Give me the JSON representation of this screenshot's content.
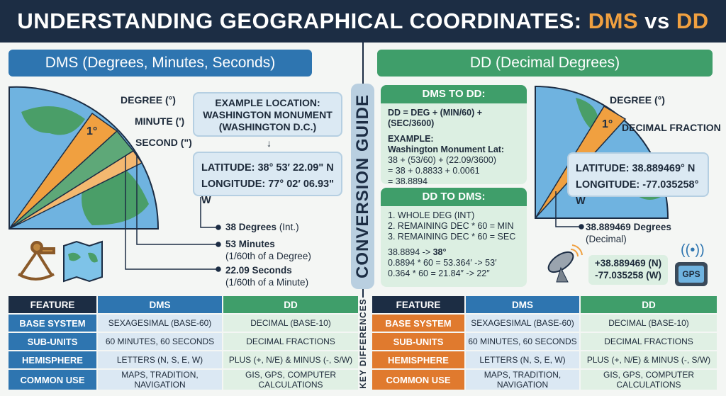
{
  "title": {
    "main": "UNDERSTANDING GEOGRAPHICAL COORDINATES: ",
    "dms": "DMS",
    "vs": " vs ",
    "dd": "DD"
  },
  "colors": {
    "navy": "#1c2d44",
    "blue": "#2e75b0",
    "green": "#3f9e6a",
    "orange": "#f0a040",
    "dark_orange": "#e07a2e"
  },
  "dms": {
    "banner": "DMS (Degrees, Minutes, Seconds)",
    "diagram": {
      "degree_label": "DEGREE (°)",
      "minute_label": "MINUTE (')",
      "second_label": "SECOND (\")",
      "slice_label": "1°"
    },
    "example": {
      "line1": "EXAMPLE LOCATION:",
      "line2": "WASHINGTON MONUMENT",
      "line3": "(WASHINGTON D.C.)"
    },
    "coords": {
      "latitude": "LATITUDE: 38° 53′ 22.09\" N",
      "longitude": "LONGITUDE: 77° 02′ 06.93\" W"
    },
    "breakdown": [
      {
        "value": "38 Degrees",
        "note": " (Int.)"
      },
      {
        "value": "53 Minutes",
        "note": "(1/60th of a Degree)"
      },
      {
        "value": "22.09 Seconds",
        "note": "(1/60th of a Minute)"
      }
    ],
    "icons": [
      "sextant-icon",
      "map-icon"
    ]
  },
  "guide": {
    "label": "CONVERSION GUIDE",
    "dms_to_dd": {
      "title": "DMS TO DD:",
      "formula": "DD = DEG + (MIN/60) + (SEC/3600)",
      "example_label": "EXAMPLE:",
      "example_sub": "Washington Monument Lat:",
      "steps": [
        "38 + (53/60) + (22.09/3600)",
        "= 38 + 0.8833 + 0.0061",
        "= 38.8894"
      ]
    },
    "dd_to_dms": {
      "title": "DD TO DMS:",
      "rules": [
        "1. WHOLE DEG (INT)",
        "2. REMAINING DEC * 60 = MIN",
        "3. REMAINING DEC * 60 = SEC"
      ],
      "steps": [
        {
          "text": "38.8894 -> ",
          "bold": "38°"
        },
        {
          "text": "0.8894 * 60 = 53.364′ -> 53′",
          "bold": ""
        },
        {
          "text": "0.364 * 60 = 21.84″ -> 22″",
          "bold": ""
        }
      ]
    }
  },
  "dd": {
    "banner": "DD (Decimal Degrees)",
    "diagram": {
      "degree_label": "DEGREE (°)",
      "fraction_label": "DECIMAL FRACTION",
      "slice_label": "1°"
    },
    "coords": {
      "latitude": "LATITUDE: 38.889469° N",
      "longitude": "LONGITUDE: -77.035258° W"
    },
    "breakdown": {
      "value": "38.889469 Degrees",
      "note": "(Decimal)"
    },
    "gps": {
      "lat": "+38.889469 (N)",
      "lon": "-77.035258 (W)",
      "device_label": "GPS"
    },
    "icons": [
      "satellite-dish-icon",
      "gps-device-icon"
    ]
  },
  "table": {
    "side_label": "KEY DIFFERENCES",
    "headers": [
      "FEATURE",
      "DMS",
      "DD"
    ],
    "rows": [
      [
        "BASE SYSTEM",
        "SEXAGESIMAL (BASE-60)",
        "DECIMAL (BASE-10)"
      ],
      [
        "SUB-UNITS",
        "60 MINUTES, 60 SECONDS",
        "DECIMAL FRACTIONS"
      ],
      [
        "HEMISPHERE",
        "LETTERS (N, S, E, W)",
        "PLUS (+, N/E) & MINUS (-, S/W)"
      ],
      [
        "COMMON USE",
        "MAPS, TRADITION, NAVIGATION",
        "GIS, GPS, COMPUTER CALCULATIONS"
      ]
    ]
  }
}
